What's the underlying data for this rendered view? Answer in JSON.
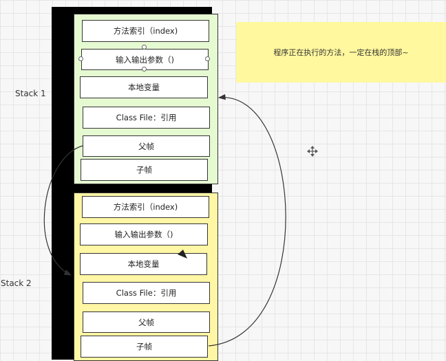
{
  "labels": {
    "stack1": "Stack 1",
    "stack2": "Stack 2"
  },
  "stack1": {
    "cells": [
      "方法索引（index)",
      "输入输出参数（)",
      "本地变量",
      "Class File：引用",
      "父帧",
      "子帧"
    ]
  },
  "stack2": {
    "cells": [
      "方法索引（index)",
      "输入输出参数（)",
      "本地变量",
      "Class File：引用",
      "父帧",
      "子帧"
    ]
  },
  "note": {
    "text": "程序正在执行的方法，一定在栈的顶部~"
  },
  "colors": {
    "stack1_fill": "#e6fad2",
    "stack2_fill": "#fff7a5",
    "note_fill": "#fff89e",
    "bar": "#000000"
  },
  "icons": [
    "move-cursor-icon"
  ]
}
